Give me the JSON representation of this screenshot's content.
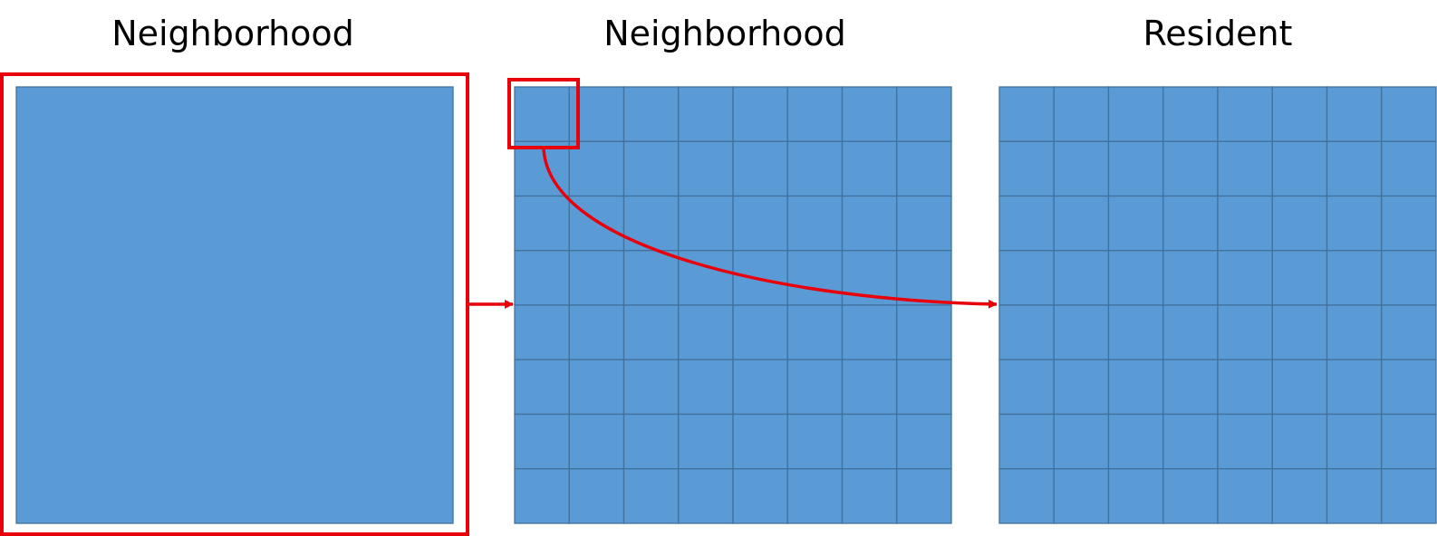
{
  "panels": [
    {
      "title": "Neighborhood",
      "grid": {
        "rows": 1,
        "cols": 1
      }
    },
    {
      "title": "Neighborhood",
      "grid": {
        "rows": 8,
        "cols": 8
      }
    },
    {
      "title": "Resident",
      "grid": {
        "rows": 8,
        "cols": 8
      }
    }
  ],
  "colors": {
    "cell_fill": "#5B9BD5",
    "cell_stroke": "#41719C",
    "highlight": "#E8000B",
    "text": "#000000",
    "background": "#FFFFFF"
  }
}
